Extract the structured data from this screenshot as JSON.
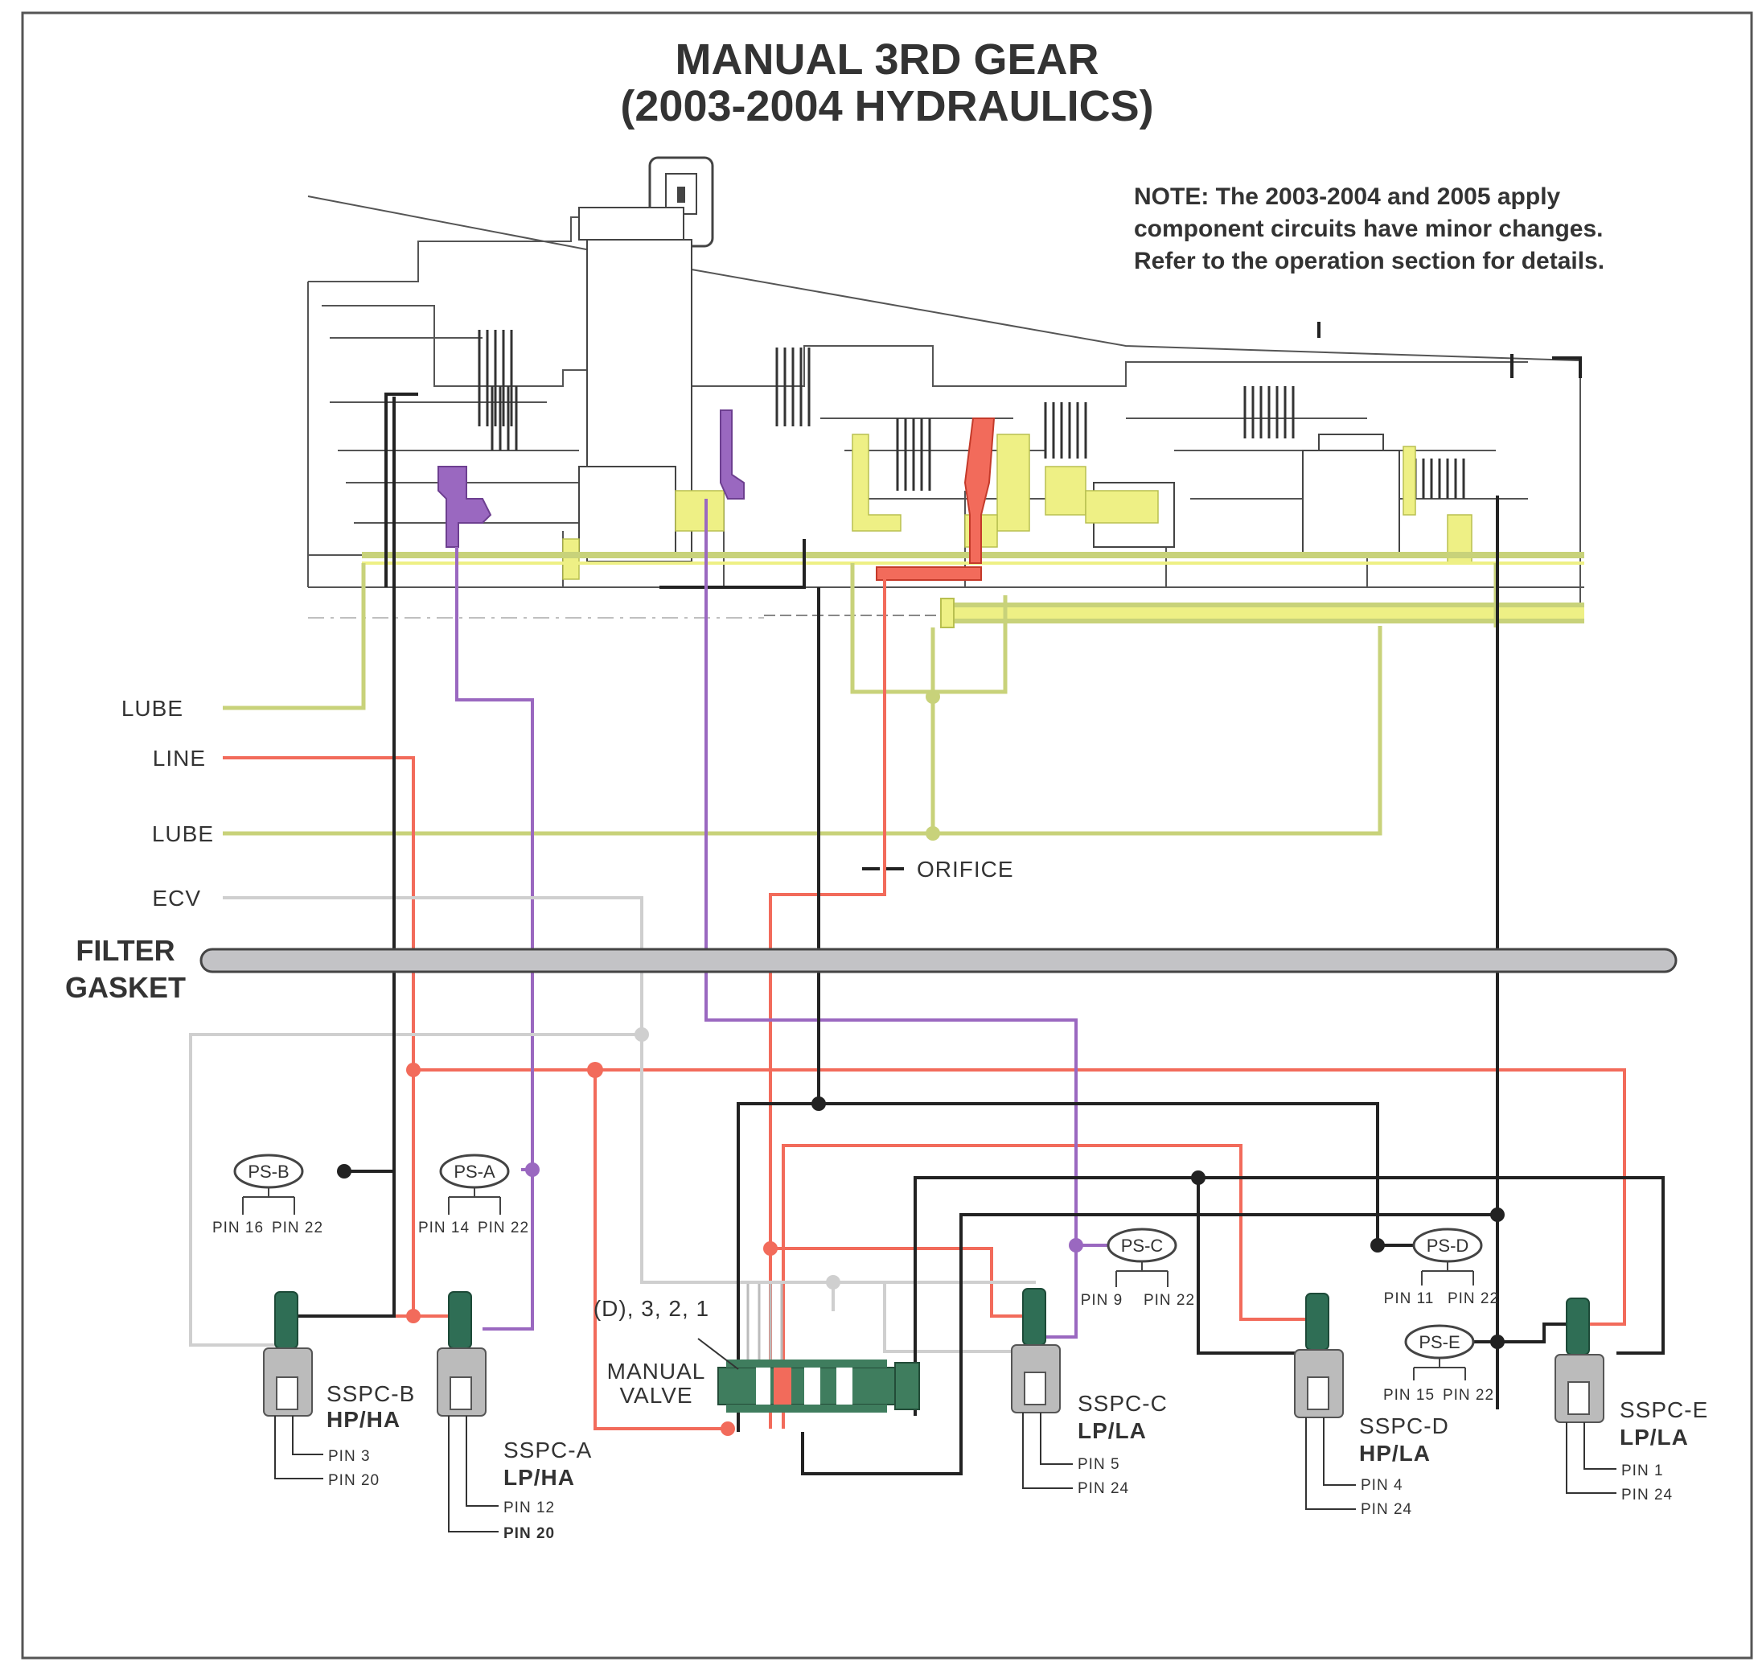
{
  "title": {
    "line1": "MANUAL 3RD GEAR",
    "line2": "(2003-2004 HYDRAULICS)"
  },
  "note": {
    "line1": "NOTE: The 2003-2004 and 2005 apply",
    "line2": "component circuits have minor changes.",
    "line3": "Refer to the operation section for details."
  },
  "circuits": {
    "lube_top": "LUBE",
    "line": "LINE",
    "lube_bottom": "LUBE",
    "ecv": "ECV"
  },
  "orifice": "ORIFICE",
  "filter_gasket": {
    "line1": "FILTER",
    "line2": "GASKET"
  },
  "pressure_switches": {
    "psb": {
      "name": "PS-B",
      "pin_a": "PIN 16",
      "pin_b": "PIN 22"
    },
    "psa": {
      "name": "PS-A",
      "pin_a": "PIN 14",
      "pin_b": "PIN 22"
    },
    "psc": {
      "name": "PS-C",
      "pin_a": "PIN 9",
      "pin_b": "PIN 22"
    },
    "psd": {
      "name": "PS-D",
      "pin_a": "PIN 11",
      "pin_b": "PIN 22"
    },
    "pse": {
      "name": "PS-E",
      "pin_a": "PIN 15",
      "pin_b": "PIN 22"
    }
  },
  "manual_valve": {
    "positions": "(D), 3, 2, 1",
    "line1": "MANUAL",
    "line2": "VALVE"
  },
  "solenoids": {
    "sspcb": {
      "name": "SSPC-B",
      "type": "HP/HA",
      "pin_a": "PIN 3",
      "pin_b": "PIN 20"
    },
    "sspca": {
      "name": "SSPC-A",
      "type": "LP/HA",
      "pin_a": "PIN 12",
      "pin_b": "PIN 20"
    },
    "sspcc": {
      "name": "SSPC-C",
      "type": "LP/LA",
      "pin_a": "PIN 5",
      "pin_b": "PIN 24"
    },
    "sspcd": {
      "name": "SSPC-D",
      "type": "HP/LA",
      "pin_a": "PIN 4",
      "pin_b": "PIN 24"
    },
    "sspce": {
      "name": "SSPC-E",
      "type": "LP/LA",
      "pin_a": "PIN 1",
      "pin_b": "PIN 24"
    }
  },
  "colors": {
    "line": "#f26b5b",
    "lube": "#c8d27a",
    "apply_purple": "#9a68c0",
    "ecv": "#cfcfcf",
    "exhaust": "#222222",
    "filter_gasket": "#c3c3c6",
    "valve_green": "#3f7d5e"
  }
}
